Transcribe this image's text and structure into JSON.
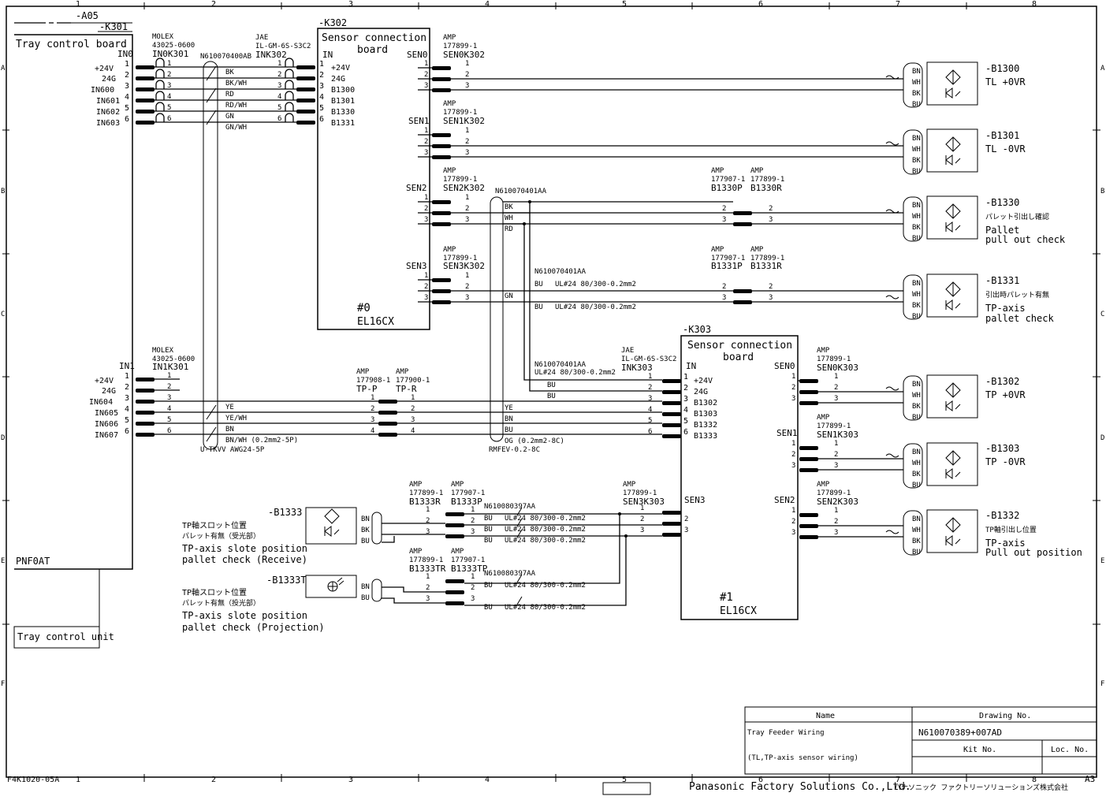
{
  "frame": {
    "col_labels": [
      "1",
      "2",
      "3",
      "4",
      "5",
      "6",
      "7",
      "8"
    ],
    "row_labels": [
      "A",
      "B",
      "C",
      "D",
      "E",
      "F"
    ]
  },
  "k301": {
    "id": "-K301",
    "top_label": "-A05",
    "title": "Tray control board",
    "footer": "PNF0AT",
    "unit_label": "Tray control unit",
    "in0": {
      "port": "IN0",
      "maker": "MOLEX",
      "part": "43025-0600",
      "connector": "IN0K301",
      "signals": [
        "+24V",
        "24G",
        "IN600",
        "IN601",
        "IN602",
        "IN603"
      ],
      "pins": [
        "1",
        "2",
        "3",
        "4",
        "5",
        "6"
      ]
    },
    "in1": {
      "port": "IN1",
      "maker": "MOLEX",
      "part": "43025-0600",
      "connector": "IN1K301",
      "signals": [
        "+24V",
        "24G",
        "IN604",
        "IN605",
        "IN606",
        "IN607"
      ],
      "pins": [
        "1",
        "2",
        "3",
        "4",
        "5",
        "6"
      ]
    }
  },
  "cable_top": {
    "id": "N610070400AB",
    "colors": [
      "BK",
      "BK/WH",
      "RD",
      "RD/WH",
      "GN",
      "GN/WH"
    ]
  },
  "cable_bottom": {
    "id": "U-TKVV AWG24-5P",
    "colors": [
      "YE",
      "YE/WH",
      "BN",
      "BN/WH (0.2mm2-5P)"
    ]
  },
  "k302": {
    "id": "-K302",
    "title1": "Sensor connection",
    "title2": "board",
    "board_no": "#0",
    "model": "EL16CX",
    "in": {
      "port": "IN",
      "maker": "JAE",
      "part": "IL-GM-6S-S3C2",
      "connector": "INK302",
      "signals": [
        "+24V",
        "24G",
        "B1300",
        "B1301",
        "B1330",
        "B1331"
      ]
    },
    "sen": [
      {
        "port": "SEN0",
        "maker": "AMP",
        "part": "177899-1",
        "connector": "SEN0K302"
      },
      {
        "port": "SEN1",
        "maker": "AMP",
        "part": "177899-1",
        "connector": "SEN1K302"
      },
      {
        "port": "SEN2",
        "maker": "AMP",
        "part": "177899-1",
        "connector": "SEN2K302"
      },
      {
        "port": "SEN3",
        "maker": "AMP",
        "part": "177899-1",
        "connector": "SEN3K302"
      }
    ]
  },
  "k303": {
    "id": "-K303",
    "title1": "Sensor connection",
    "title2": "board",
    "board_no": "#1",
    "model": "EL16CX",
    "in": {
      "port": "IN",
      "maker": "JAE",
      "part": "IL-GM-6S-S3C2",
      "connector": "INK303",
      "signals": [
        "+24V",
        "24G",
        "B1302",
        "B1303",
        "B1332",
        "B1333"
      ]
    },
    "sen": [
      {
        "port": "SEN0",
        "maker": "AMP",
        "part": "177899-1",
        "connector": "SEN0K303"
      },
      {
        "port": "SEN1",
        "maker": "AMP",
        "part": "177899-1",
        "connector": "SEN1K303"
      },
      {
        "port": "SEN2",
        "maker": "AMP",
        "part": "177899-1",
        "connector": "SEN2K303"
      },
      {
        "port": "SEN3",
        "maker": "AMP",
        "part": "177899-1",
        "connector": "SEN3K303"
      }
    ]
  },
  "mid_cable": {
    "id": "N610070401AA",
    "colors": [
      "BK",
      "WH",
      "RD",
      "GN",
      "YE",
      "BN",
      "BU"
    ],
    "spec": "OG (0.2mm2-8C)",
    "type": "RMFEV-0.2-8C",
    "bu_spec": "UL#24 80/300-0.2mm2",
    "bu_label": "BU",
    "tp_p": {
      "maker": "AMP",
      "part": "177908-1",
      "connector": "TP-P"
    },
    "tp_r": {
      "maker": "AMP",
      "part": "177900-1",
      "connector": "TP-R"
    }
  },
  "plugs": {
    "b1330p": {
      "maker": "AMP",
      "part": "177907-1",
      "connector": "B1330P"
    },
    "b1330r": {
      "maker": "AMP",
      "part": "177899-1",
      "connector": "B1330R"
    },
    "b1331p": {
      "maker": "AMP",
      "part": "177907-1",
      "connector": "B1331P"
    },
    "b1331r": {
      "maker": "AMP",
      "part": "177899-1",
      "connector": "B1331R"
    },
    "b1333r": {
      "maker": "AMP",
      "part": "177899-1",
      "connector": "B1333R"
    },
    "b1333p": {
      "maker": "AMP",
      "part": "177907-1",
      "connector": "B1333P"
    },
    "b1333tr": {
      "maker": "AMP",
      "part": "177899-1",
      "connector": "B1333TR"
    },
    "b1333tp": {
      "maker": "AMP",
      "part": "177907-1",
      "connector": "B1333TP"
    }
  },
  "lower_cable": {
    "id": "N610080397AA",
    "spec": "UL#24 80/300-0.2mm2",
    "bu": "BU"
  },
  "wire_colors": [
    "BN",
    "WH",
    "BK",
    "BU"
  ],
  "sensors": [
    {
      "id": "-B1300",
      "line1": "TL +0VR",
      "line2": "",
      "line3": ""
    },
    {
      "id": "-B1301",
      "line1": "TL -0VR",
      "line2": "",
      "line3": ""
    },
    {
      "id": "-B1330",
      "line1": "パレット引出し確認",
      "line2": "Pallet",
      "line3": "pull out check"
    },
    {
      "id": "-B1331",
      "line1": "引出時パレット有無",
      "line2": "TP-axis",
      "line3": "pallet check"
    },
    {
      "id": "-B1302",
      "line1": "TP +0VR",
      "line2": "",
      "line3": ""
    },
    {
      "id": "-B1303",
      "line1": "TP -0VR",
      "line2": "",
      "line3": ""
    },
    {
      "id": "-B1332",
      "line1": "TP軸引出し位置",
      "line2": "TP-axis",
      "line3": "Pull out position"
    }
  ],
  "left_sensors": [
    {
      "id": "-B1333",
      "jp1": "TP軸スロット位置",
      "jp2": "パレット有無（受光部）",
      "en1": "TP-axis slote position",
      "en2": "pallet check (Receive)"
    },
    {
      "id": "-B1333T",
      "jp1": "TP軸スロット位置",
      "jp2": "パレット有無（投光部）",
      "en1": "TP-axis slote position",
      "en2": "pallet check (Projection)"
    }
  ],
  "title_block": {
    "name_header": "Name",
    "drawing_header": "Drawing No.",
    "name1": "Tray Feeder Wiring",
    "name2": "(TL,TP-axis sensor wiring)",
    "drawing_no": "N610070389+007AD",
    "kit_header": "Kit No.",
    "loc_header": "Loc. No.",
    "sheet_size": "A3"
  },
  "footer": {
    "form_code": "F4K1020-05A",
    "company": "Panasonic Factory Solutions Co.,Ltd.",
    "company_jp": "パナソニック ファクトリーソリューションズ株式会社"
  }
}
